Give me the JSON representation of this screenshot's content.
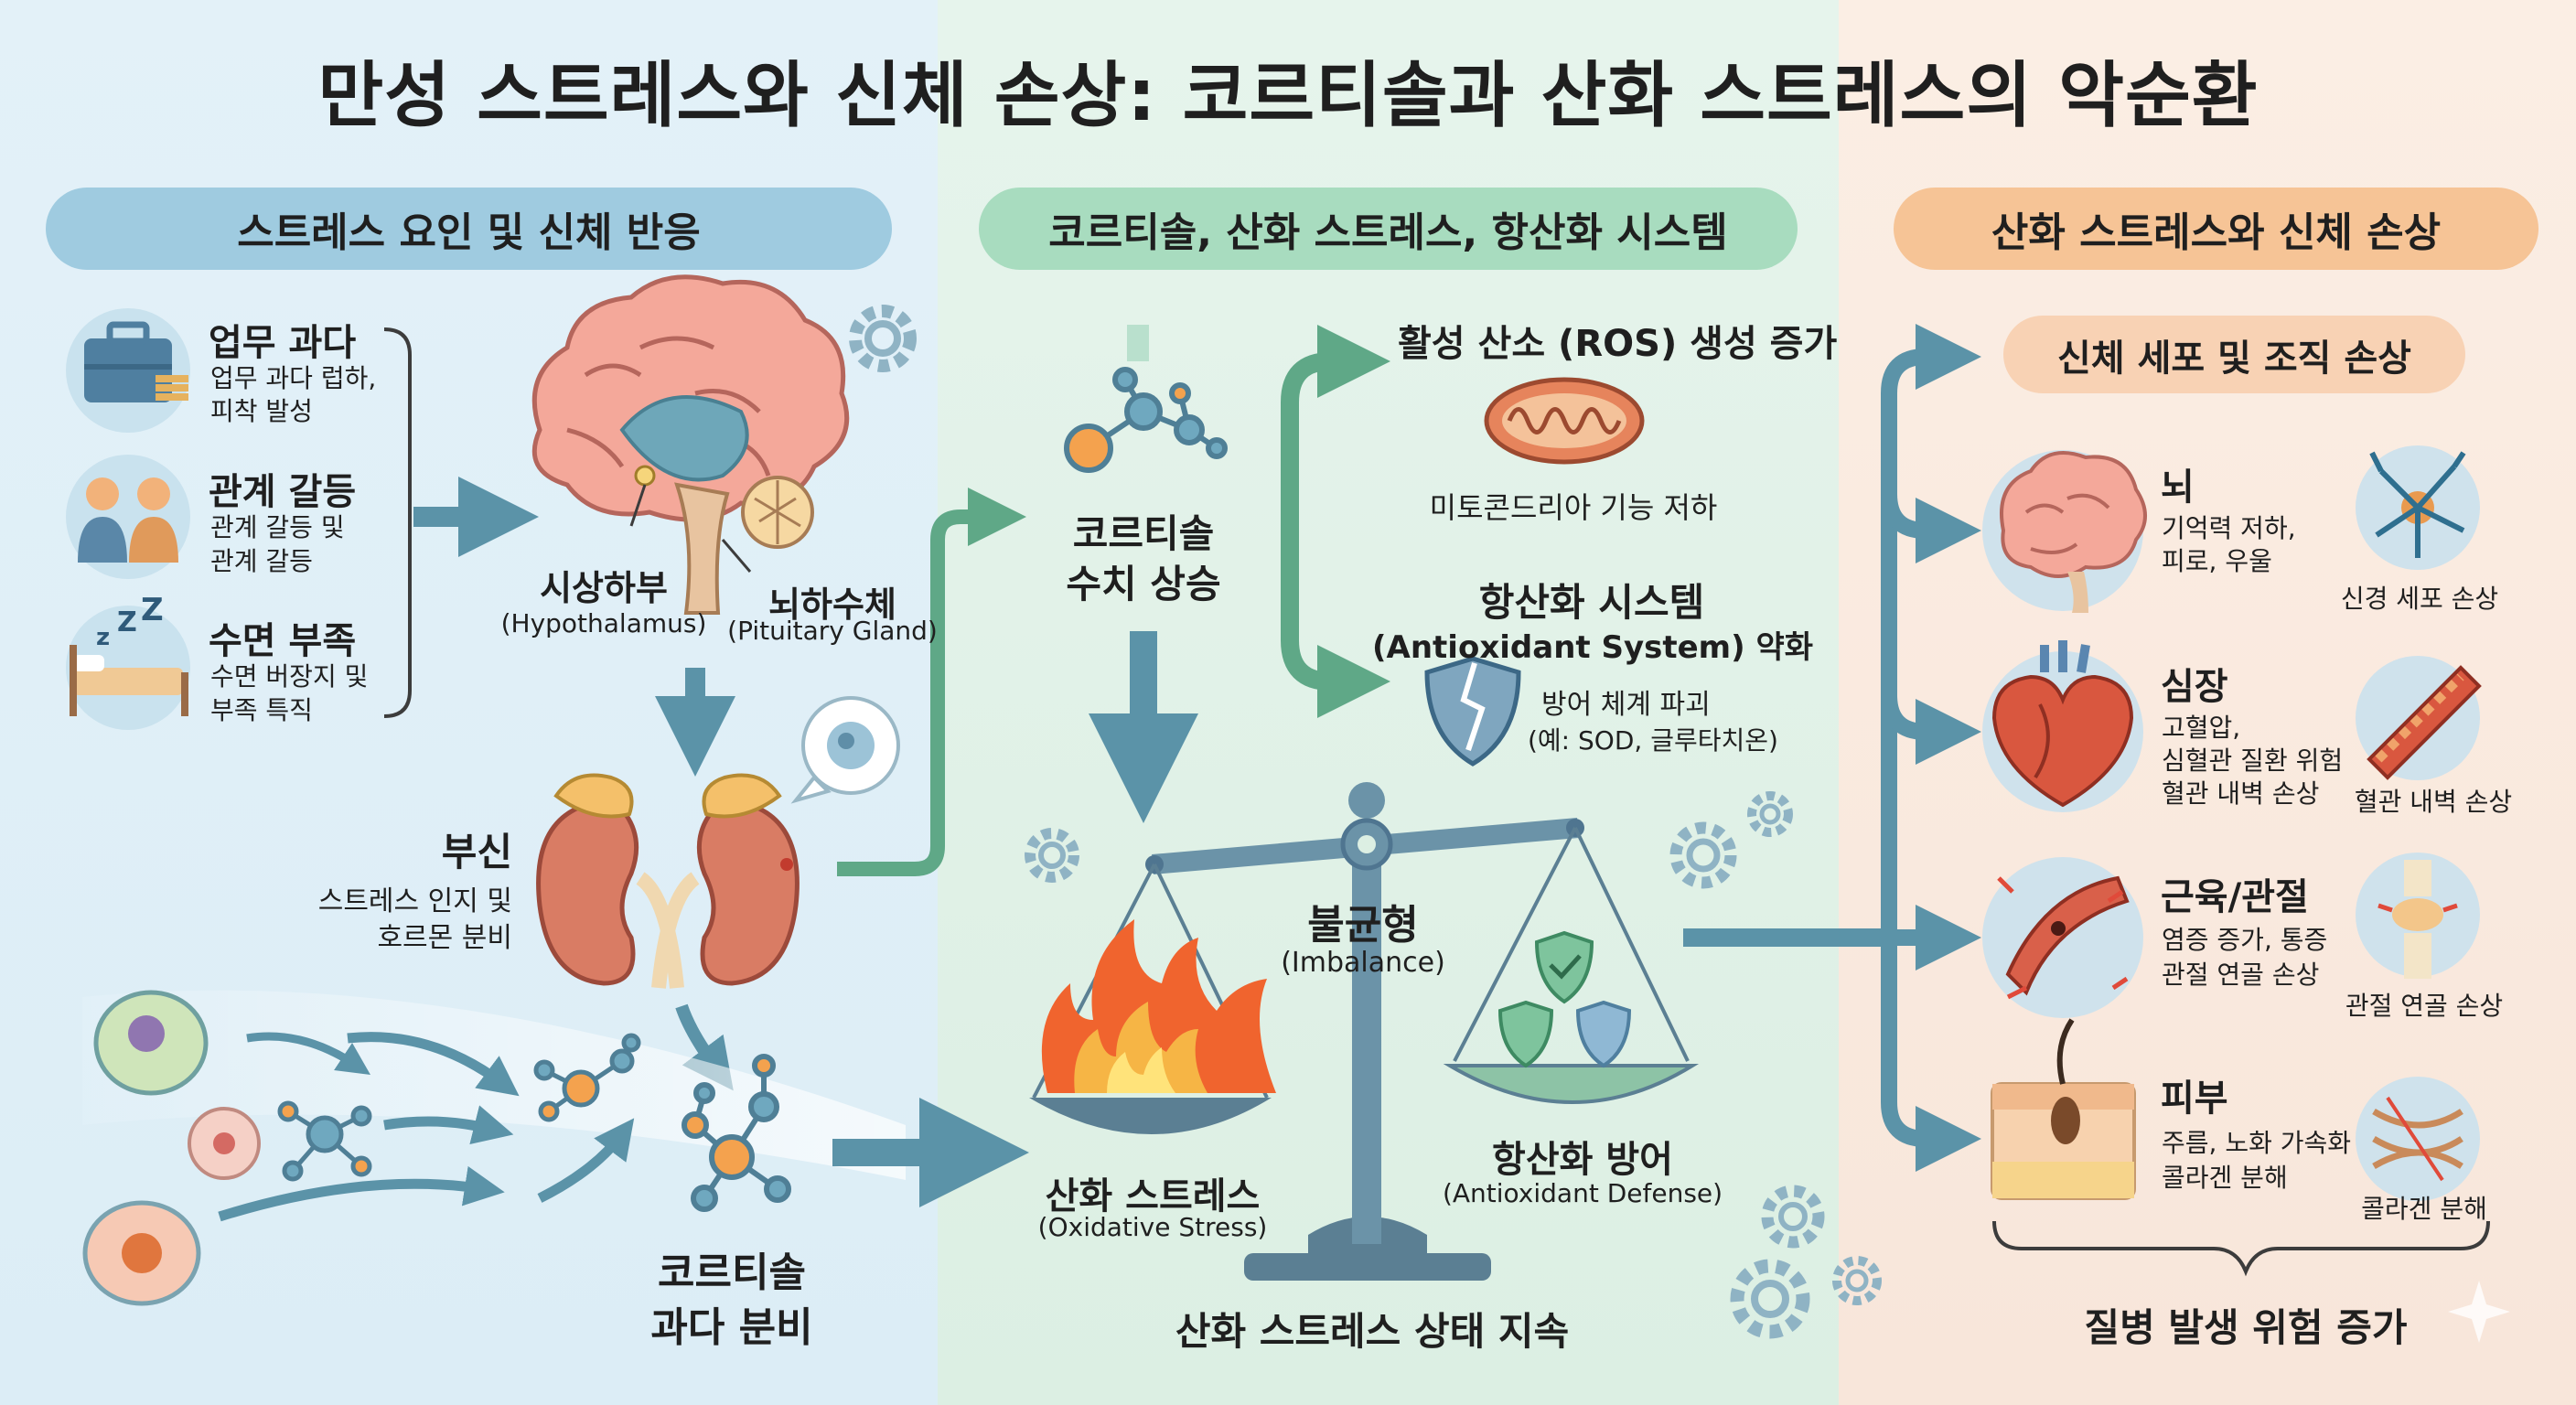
{
  "title": "만성 스트레스와 신체 손상: 코르티솔과 산화 스트레스의 악순환",
  "sections": {
    "left": "스트레스 요인 및 신체 반응",
    "middle": "코르티솔, 산화 스트레스, 항산화 시스템",
    "right": "산화 스트레스와 신체 손상"
  },
  "stressors": [
    {
      "title": "업무 과다",
      "desc1": "업무 과다 럽하,",
      "desc2": "피착 발성"
    },
    {
      "title": "관계 갈등",
      "desc1": "관계 갈등 및",
      "desc2": "관계 갈등"
    },
    {
      "title": "수면 부족",
      "desc1": "수면 버장지 및",
      "desc2": "부족 특직"
    }
  ],
  "brain": {
    "hypothalamus": "시상하부",
    "hypothalamus_en": "(Hypothalamus)",
    "pituitary": "뇌하수체",
    "pituitary_en": "(Pituitary Gland)"
  },
  "adrenal": {
    "title": "부신",
    "desc1": "스트레스 인지 및",
    "desc2": "호르몬 분비"
  },
  "cortisol_excess": {
    "line1": "코르티솔",
    "line2": "과다 분비"
  },
  "cortisol_rise": {
    "line1": "코르티솔",
    "line2": "수치 상승"
  },
  "ros": {
    "title": "활성 산소 (ROS) 생성 증가",
    "caption": "미토콘드리아 기능 저하"
  },
  "antioxidant_weak": {
    "title": "항산화 시스템",
    "subtitle": "(Antioxidant System) 약화",
    "desc1": "방어 체계 파괴",
    "desc2": "(예: SOD, 글루타치온)"
  },
  "balance": {
    "imbalance": "불균형",
    "imbalance_en": "(Imbalance)",
    "oxidative": "산화 스트레스",
    "oxidative_en": "(Oxidative Stress)",
    "defense": "항산화 방어",
    "defense_en": "(Antioxidant Defense)",
    "footer": "산화 스트레스 상태 지속"
  },
  "damage_header": "신체 세포 및 조직 손상",
  "organs": [
    {
      "name": "뇌",
      "desc1": "기억력 저하,",
      "desc2": "피로, 우울",
      "desc3": "",
      "detail": "신경 세포 손상"
    },
    {
      "name": "심장",
      "desc1": "고혈압,",
      "desc2": "심혈관 질환 위험",
      "desc3": "혈관 내벽 손상",
      "detail": "혈관 내벽 손상"
    },
    {
      "name": "근육/관절",
      "desc1": "염증 증가, 통증",
      "desc2": "관절 연골 손상",
      "desc3": "",
      "detail": "관절 연골 손상"
    },
    {
      "name": "피부",
      "desc1": "주름, 노화 가속화",
      "desc2": "콜라겐 분해",
      "desc3": "",
      "detail": "콜라겐 분해"
    }
  ],
  "footer_right": "질병 발생 위험 증가",
  "colors": {
    "arrow_blue": "#5b93a8",
    "arrow_green": "#5fa887",
    "pill_left": "#9fcbe0",
    "pill_mid": "#a8dcbf",
    "pill_right": "#f6c496"
  }
}
